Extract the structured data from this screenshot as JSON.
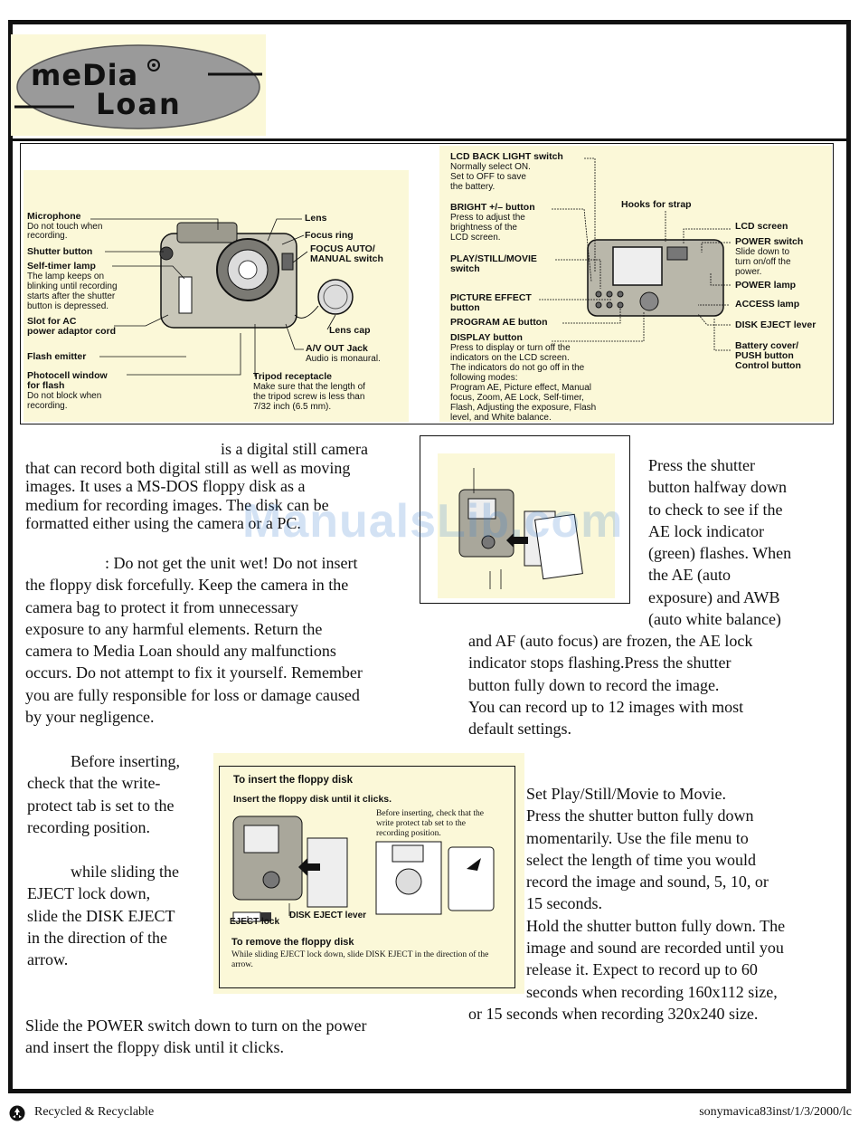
{
  "logo": {
    "line1": "meDia",
    "line2": "Loan"
  },
  "diagram_left": {
    "labels": {
      "microphone_title": "Microphone",
      "microphone_desc": [
        "Do not touch when",
        "recording."
      ],
      "shutter": "Shutter button",
      "selftimer_title": "Self-timer lamp",
      "selftimer_desc": [
        "The lamp keeps on",
        "blinking until recording",
        "starts after the shutter",
        "button is depressed."
      ],
      "slot_title": [
        "Slot for AC",
        "power adaptor cord"
      ],
      "flash": "Flash emitter",
      "photocell_title": [
        "Photocell window",
        "for flash"
      ],
      "photocell_desc": [
        "Do not block when",
        "recording."
      ],
      "lens": "Lens",
      "focus_ring": "Focus ring",
      "focus_auto": [
        "FOCUS AUTO/",
        "MANUAL switch"
      ],
      "lens_cap": "Lens cap",
      "av_out_title": "A/V OUT Jack",
      "av_out_desc": "Audio is monaural.",
      "tripod_title": "Tripod receptacle",
      "tripod_desc": [
        "Make sure that the length of",
        "the tripod screw is less than",
        "7/32 inch (6.5 mm)."
      ]
    }
  },
  "diagram_right": {
    "labels": {
      "lcd_back_title": "LCD BACK LIGHT switch",
      "lcd_back_desc": [
        "Normally select ON.",
        "Set to OFF to save",
        "the battery."
      ],
      "bright_title": "BRIGHT +/– button",
      "bright_desc": [
        "Press to adjust the",
        "brightness of the",
        "LCD screen."
      ],
      "play_title": [
        "PLAY/STILL/MOVIE",
        "switch"
      ],
      "picture_effect": [
        "PICTURE EFFECT",
        "button"
      ],
      "program_ae": "PROGRAM AE button",
      "display_title": "DISPLAY button",
      "display_desc": [
        "Press to display or turn off the",
        "indicators on the LCD screen.",
        "The indicators do not go off in the",
        "following modes:",
        "Program AE, Picture effect, Manual",
        "focus, Zoom, AE Lock, Self-timer,",
        "Flash, Adjusting the exposure, Flash",
        "level, and White balance."
      ],
      "hooks": "Hooks for strap",
      "lcd_screen": "LCD screen",
      "power_switch_title": "POWER switch",
      "power_switch_desc": [
        "Slide down to",
        "turn on/off the",
        "power."
      ],
      "power_lamp": "POWER lamp",
      "access_lamp": "ACCESS lamp",
      "disk_eject": "DISK EJECT lever",
      "battery_cover": [
        "Battery cover/",
        "PUSH button",
        "Control button"
      ]
    }
  },
  "intro": {
    "lines": [
      "is a digital still camera",
      "that can record both digital still as well as moving",
      "images. It uses a MS-DOS floppy disk as a",
      "medium for recording images. The disk  can be",
      "formatted either using the camera or a PC."
    ]
  },
  "caution": {
    "lines": [
      ": Do not get the unit wet! Do not insert",
      "the floppy disk forcefully. Keep the camera in the",
      "camera bag to protect it from unnecessary",
      "exposure to any harmful elements. Return the",
      "camera to Media Loan should any malfunctions",
      "occurs. Do not attempt to fix it yourself. Remember",
      "you are fully responsible for loss or damage caused",
      "by your negligence."
    ]
  },
  "shutter_text": {
    "lines": [
      "Press the shutter",
      "button halfway down",
      "to check to see if the",
      "AE lock indicator",
      "(green) flashes. When",
      "the AE (auto",
      "exposure) and AWB",
      "(auto white balance)",
      "and AF (auto focus) are frozen, the AE lock",
      "indicator stops flashing.Press the shutter",
      "button fully down to record the image.",
      "You can record up to 12 images with most",
      "default settings."
    ]
  },
  "insert_text": {
    "lines": [
      "Before inserting,",
      "check that the write-",
      "protect tab is set to the",
      "recording position."
    ]
  },
  "eject_text": {
    "lines": [
      "while sliding the",
      "EJECT lock down,",
      "slide the DISK EJECT",
      "in the direction of the",
      "arrow."
    ]
  },
  "floppy_diagram": {
    "title": "To insert the floppy disk",
    "subtitle": "Insert the floppy disk until it clicks.",
    "note": [
      "Before inserting, check that the",
      "write protect tab set to the",
      "recording position."
    ],
    "disk_eject_lever": "DISK EJECT lever",
    "eject_lock": "EJECT lock",
    "remove_title": "To remove the floppy disk",
    "remove_desc": [
      "While sliding EJECT lock down, slide DISK EJECT in the direction of the",
      "arrow."
    ]
  },
  "movie_text": {
    "lines": [
      "Set Play/Still/Movie to Movie.",
      "Press the shutter button fully down",
      "momentarily. Use the file menu to",
      "select the length of time you would",
      "record the image and sound, 5, 10, or",
      "15 seconds.",
      "Hold the shutter button fully down. The",
      "image and sound are recorded until you",
      "release it. Expect to record up to 60",
      "seconds when recording 160x112 size,",
      "or 15 seconds when recording 320x240 size."
    ]
  },
  "power_text": {
    "lines": [
      "Slide the POWER switch down to turn on the power",
      "and insert the floppy disk until it clicks."
    ]
  },
  "watermark": "ManualsLib.com",
  "footer": {
    "left": "Recycled & Recyclable",
    "right": "sonymavica83inst/1/3/2000/lc"
  },
  "colors": {
    "paper": "#fbf8d8",
    "ink": "#111111",
    "logo_grey": "#9a9a9a",
    "watermark": "#3a7fd0"
  }
}
